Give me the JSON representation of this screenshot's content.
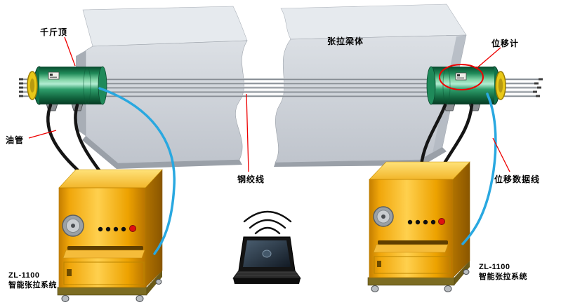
{
  "labels": {
    "jack": "千斤顶",
    "beam_body": "张拉梁体",
    "displacement_meter": "位移计",
    "oil_pipe": "油管",
    "steel_strand": "钢绞线",
    "displacement_data_line": "位移数据线"
  },
  "systems": {
    "left": {
      "model": "ZL-1100",
      "name": "智能张拉系统"
    },
    "right": {
      "model": "ZL-1100",
      "name": "智能张拉系统"
    }
  },
  "colors": {
    "jack_green": "#2E9E6B",
    "cabinet_yellow": "#F0A60A",
    "beam_gray": "#BFC4CC",
    "data_line_blue": "#29A8E0",
    "annotation_red": "#EE0000"
  }
}
